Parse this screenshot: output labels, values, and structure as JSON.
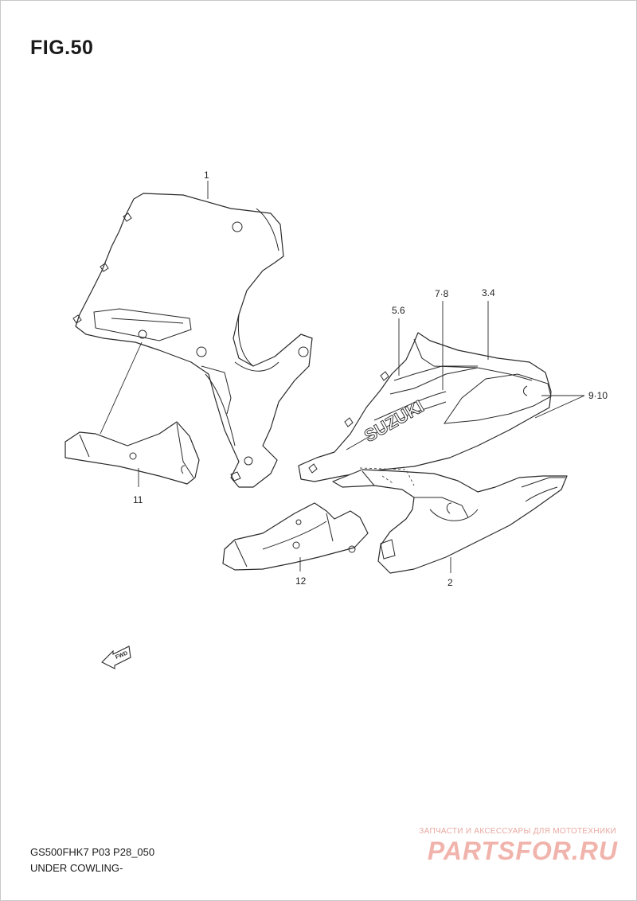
{
  "figure": {
    "title": "FIG.50"
  },
  "callouts": {
    "part_1": "1",
    "part_2": "2",
    "part_3_4": "3.4",
    "part_5_6": "5.6",
    "part_7_8": "7·8",
    "part_9_10": "9·10",
    "part_11": "11",
    "part_12": "12"
  },
  "decal_text": "SUZUKI",
  "direction_marker": "FWD",
  "footer": {
    "code": "GS500FHK7 P03 P28_050",
    "title": "UNDER COWLING-"
  },
  "watermark": {
    "tagline": "ЗАПЧАСТИ И АКСЕССУАРЫ ДЛЯ МОТОТЕХНИКИ",
    "logo": "PARTSFOR.RU"
  },
  "colors": {
    "ink": "#2a2a2a",
    "watermark": "#f0b4ac",
    "background": "#ffffff"
  }
}
